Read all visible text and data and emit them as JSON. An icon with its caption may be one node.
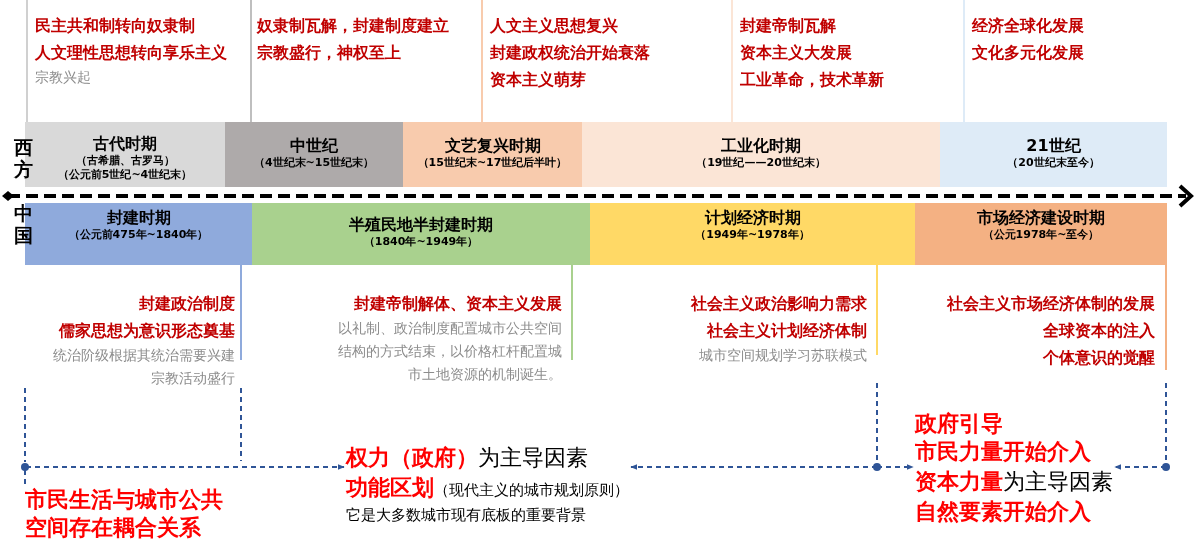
{
  "diagram": {
    "nodes": [
      {
        "text": [
          "古代时期",
          "（古希腊、古罗马）",
          "（公元前5世纪~4世纪末）"
        ],
        "beside": [
          "民主共和制转向奴隶制",
          "人文理性思想转向享乐主义",
          "宗教兴起"
        ]
      },
      {
        "text": [
          "中世纪",
          "（4世纪末~15世纪末）"
        ],
        "beside": [
          "奴隶制瓦解，封建制度建立",
          "宗教盛行，神权至上"
        ]
      },
      {
        "text": [
          "文艺复兴时期",
          "（15世纪末~17世纪后半叶）"
        ],
        "beside": [
          "人文主义思想复兴",
          "封建政权统治开始衰落",
          "资本主义萌芽"
        ]
      },
      {
        "text": [
          "工业化时期",
          "（19世纪——20世纪末）"
        ],
        "beside": [
          "封建帝制瓦解",
          "资本主义大发展",
          "工业革命，技术革新"
        ]
      },
      {
        "text": [
          "21世纪",
          "（20世纪末至今）"
        ],
        "beside": [
          "经济全球化发展",
          "文化多元化发展"
        ]
      },
      {
        "text": [
          "封建时期",
          "（公元前475年~1840年）"
        ],
        "beside": [
          "封建政治制度",
          "儒家思想为意识形态奠基",
          "统治阶级根据其统治需要兴建",
          "宗教活动盛行"
        ]
      },
      {
        "text": [
          "半殖民地半封建时期",
          "（1840年~1949年）"
        ],
        "beside": [
          "封建帝制解体、资本主义发展",
          "以礼制、政治制度配置城市公共空间结构的方式结束，以价格杠杆配置城市土地资源的机制诞生。"
        ]
      },
      {
        "text": [
          "计划经济时期",
          "（1949年~1978年）"
        ],
        "beside": [
          "社会主义政治影响力需求",
          "社会主义计划经济体制",
          "城市空间规划学习苏联模式"
        ]
      },
      {
        "text": [
          "市场经济建设时期",
          "（公元1978年~至今）"
        ],
        "beside": [
          "社会主义市场经济体制的发展",
          "全球资本的注入",
          "个体意识的觉醒"
        ]
      },
      {
        "text": [
          "市民生活与城市公共空间存在耦合关系"
        ]
      },
      {
        "text": [
          "**权力（政府）**为主导因素",
          "**功能区划**（现代主义的城市规划原则）",
          "它是大多数城市现有底板的重要背景"
        ]
      },
      {
        "text": [
          "政府引导",
          "市民力量开始介入",
          "**资本力量**为主导因素",
          "自然要素开始介入"
        ]
      }
    ],
    "edges": [
      {
        "from": 9,
        "to": 10,
        "arrow": "to",
        "style": "dashed"
      },
      {
        "from": null,
        "to": 10,
        "arrow": "to",
        "style": "dashed"
      },
      {
        "from": null,
        "to": 11,
        "arrow": "to",
        "style": "dashed"
      },
      {
        "from": null,
        "to": 11,
        "arrow": "to",
        "style": "dashed"
      }
    ],
    "labels": [
      "西方",
      "中国"
    ]
  }
}
